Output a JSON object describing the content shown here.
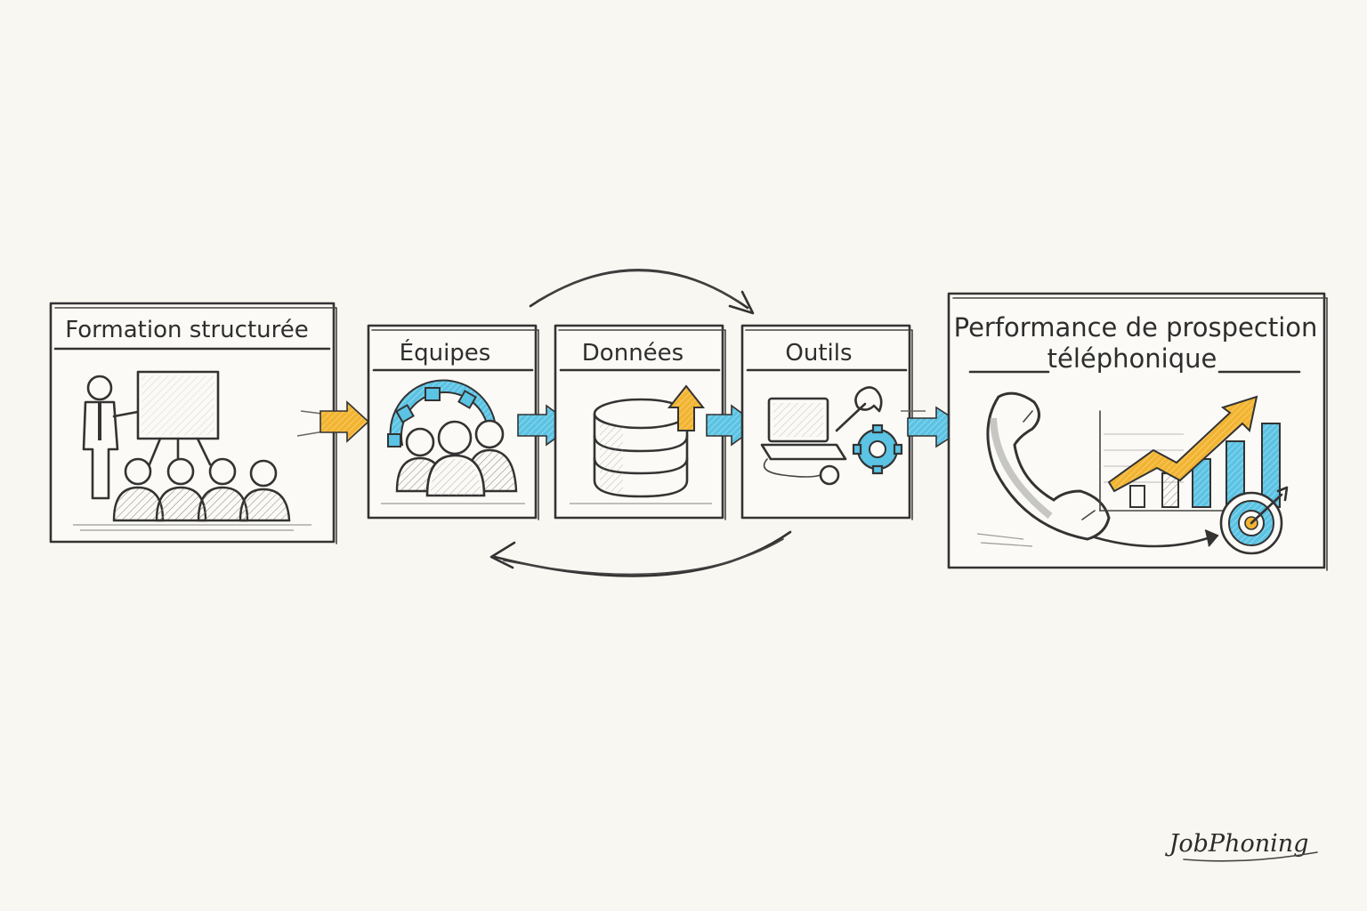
{
  "steps": {
    "formation": {
      "title": "Formation structurée"
    },
    "equipes": {
      "title": "Équipes"
    },
    "donnees": {
      "title": "Données"
    },
    "outils": {
      "title": "Outils"
    }
  },
  "result": {
    "title_line1": "Performance de prospection",
    "title_line2": "téléphonique"
  },
  "brand": {
    "name": "JobPhoning"
  },
  "colors": {
    "accent_yellow": "#f2b431",
    "accent_blue": "#5bc3e3",
    "ink": "#333333",
    "paper": "#f9f7f1"
  },
  "icons": [
    "presenter-icon",
    "audience-icon",
    "gear-icon",
    "team-icon",
    "database-icon",
    "up-arrow-icon",
    "laptop-icon",
    "wrench-icon",
    "phone-handset-icon",
    "bar-chart-icon",
    "trend-arrow-icon",
    "target-icon"
  ]
}
